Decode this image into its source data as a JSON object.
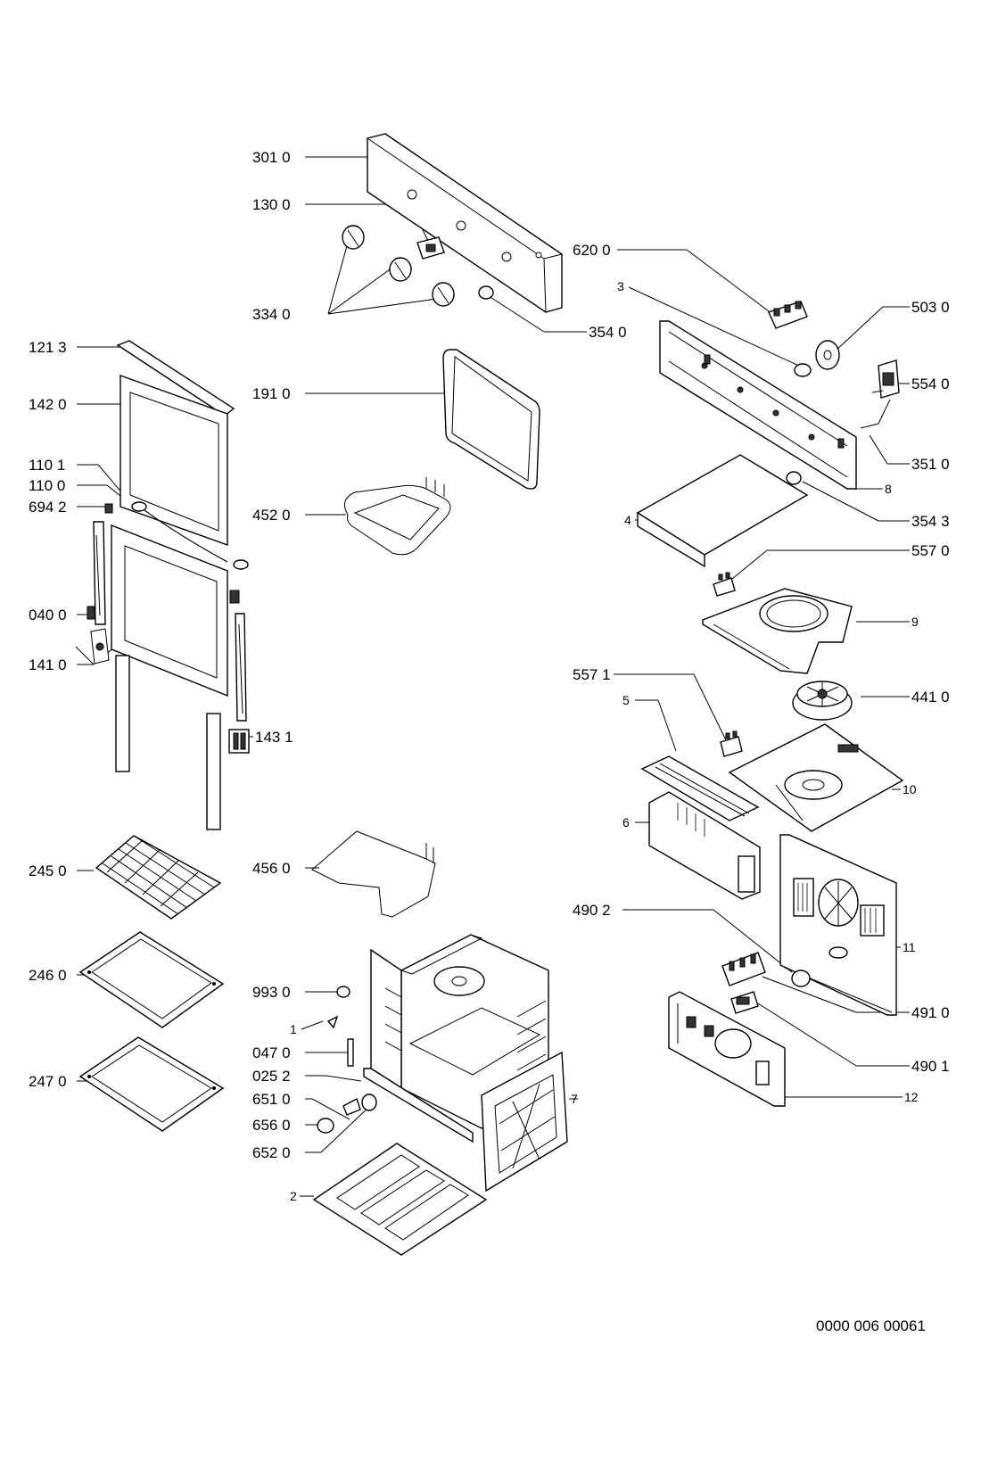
{
  "labels": {
    "l3010": "301 0",
    "l1300": "130 0",
    "l3340": "334 0",
    "l3540": "354 0",
    "l6200": "620 0",
    "l3": "3",
    "l5030": "503 0",
    "l5540": "554 0",
    "l3510": "351 0",
    "l8": "8",
    "l3543": "354 3",
    "l4": "4",
    "l5570": "557 0",
    "l9": "9",
    "l4410": "441 0",
    "l5571": "557 1",
    "l5": "5",
    "l10": "10",
    "l6": "6",
    "l11": "11",
    "l4902": "490 2",
    "l4910": "491 0",
    "l4901": "490 1",
    "l12": "12",
    "l1213": "121 3",
    "l1420": "142 0",
    "l1101": "110 1",
    "l1100": "110 0",
    "l6942": "694 2",
    "l0400": "040 0",
    "l1410": "141 0",
    "l1431": "143 1",
    "l1910": "191 0",
    "l4520": "452 0",
    "l2450": "245 0",
    "l2460": "246 0",
    "l2470": "247 0",
    "l4560": "456 0",
    "l9930": "993 0",
    "l1": "1",
    "l0470": "047 0",
    "l0252": "025 2",
    "l6510": "651 0",
    "l6560": "656 0",
    "l6520": "652 0",
    "l7": "7",
    "l2": "2"
  },
  "document_number": "0000 006 00061"
}
